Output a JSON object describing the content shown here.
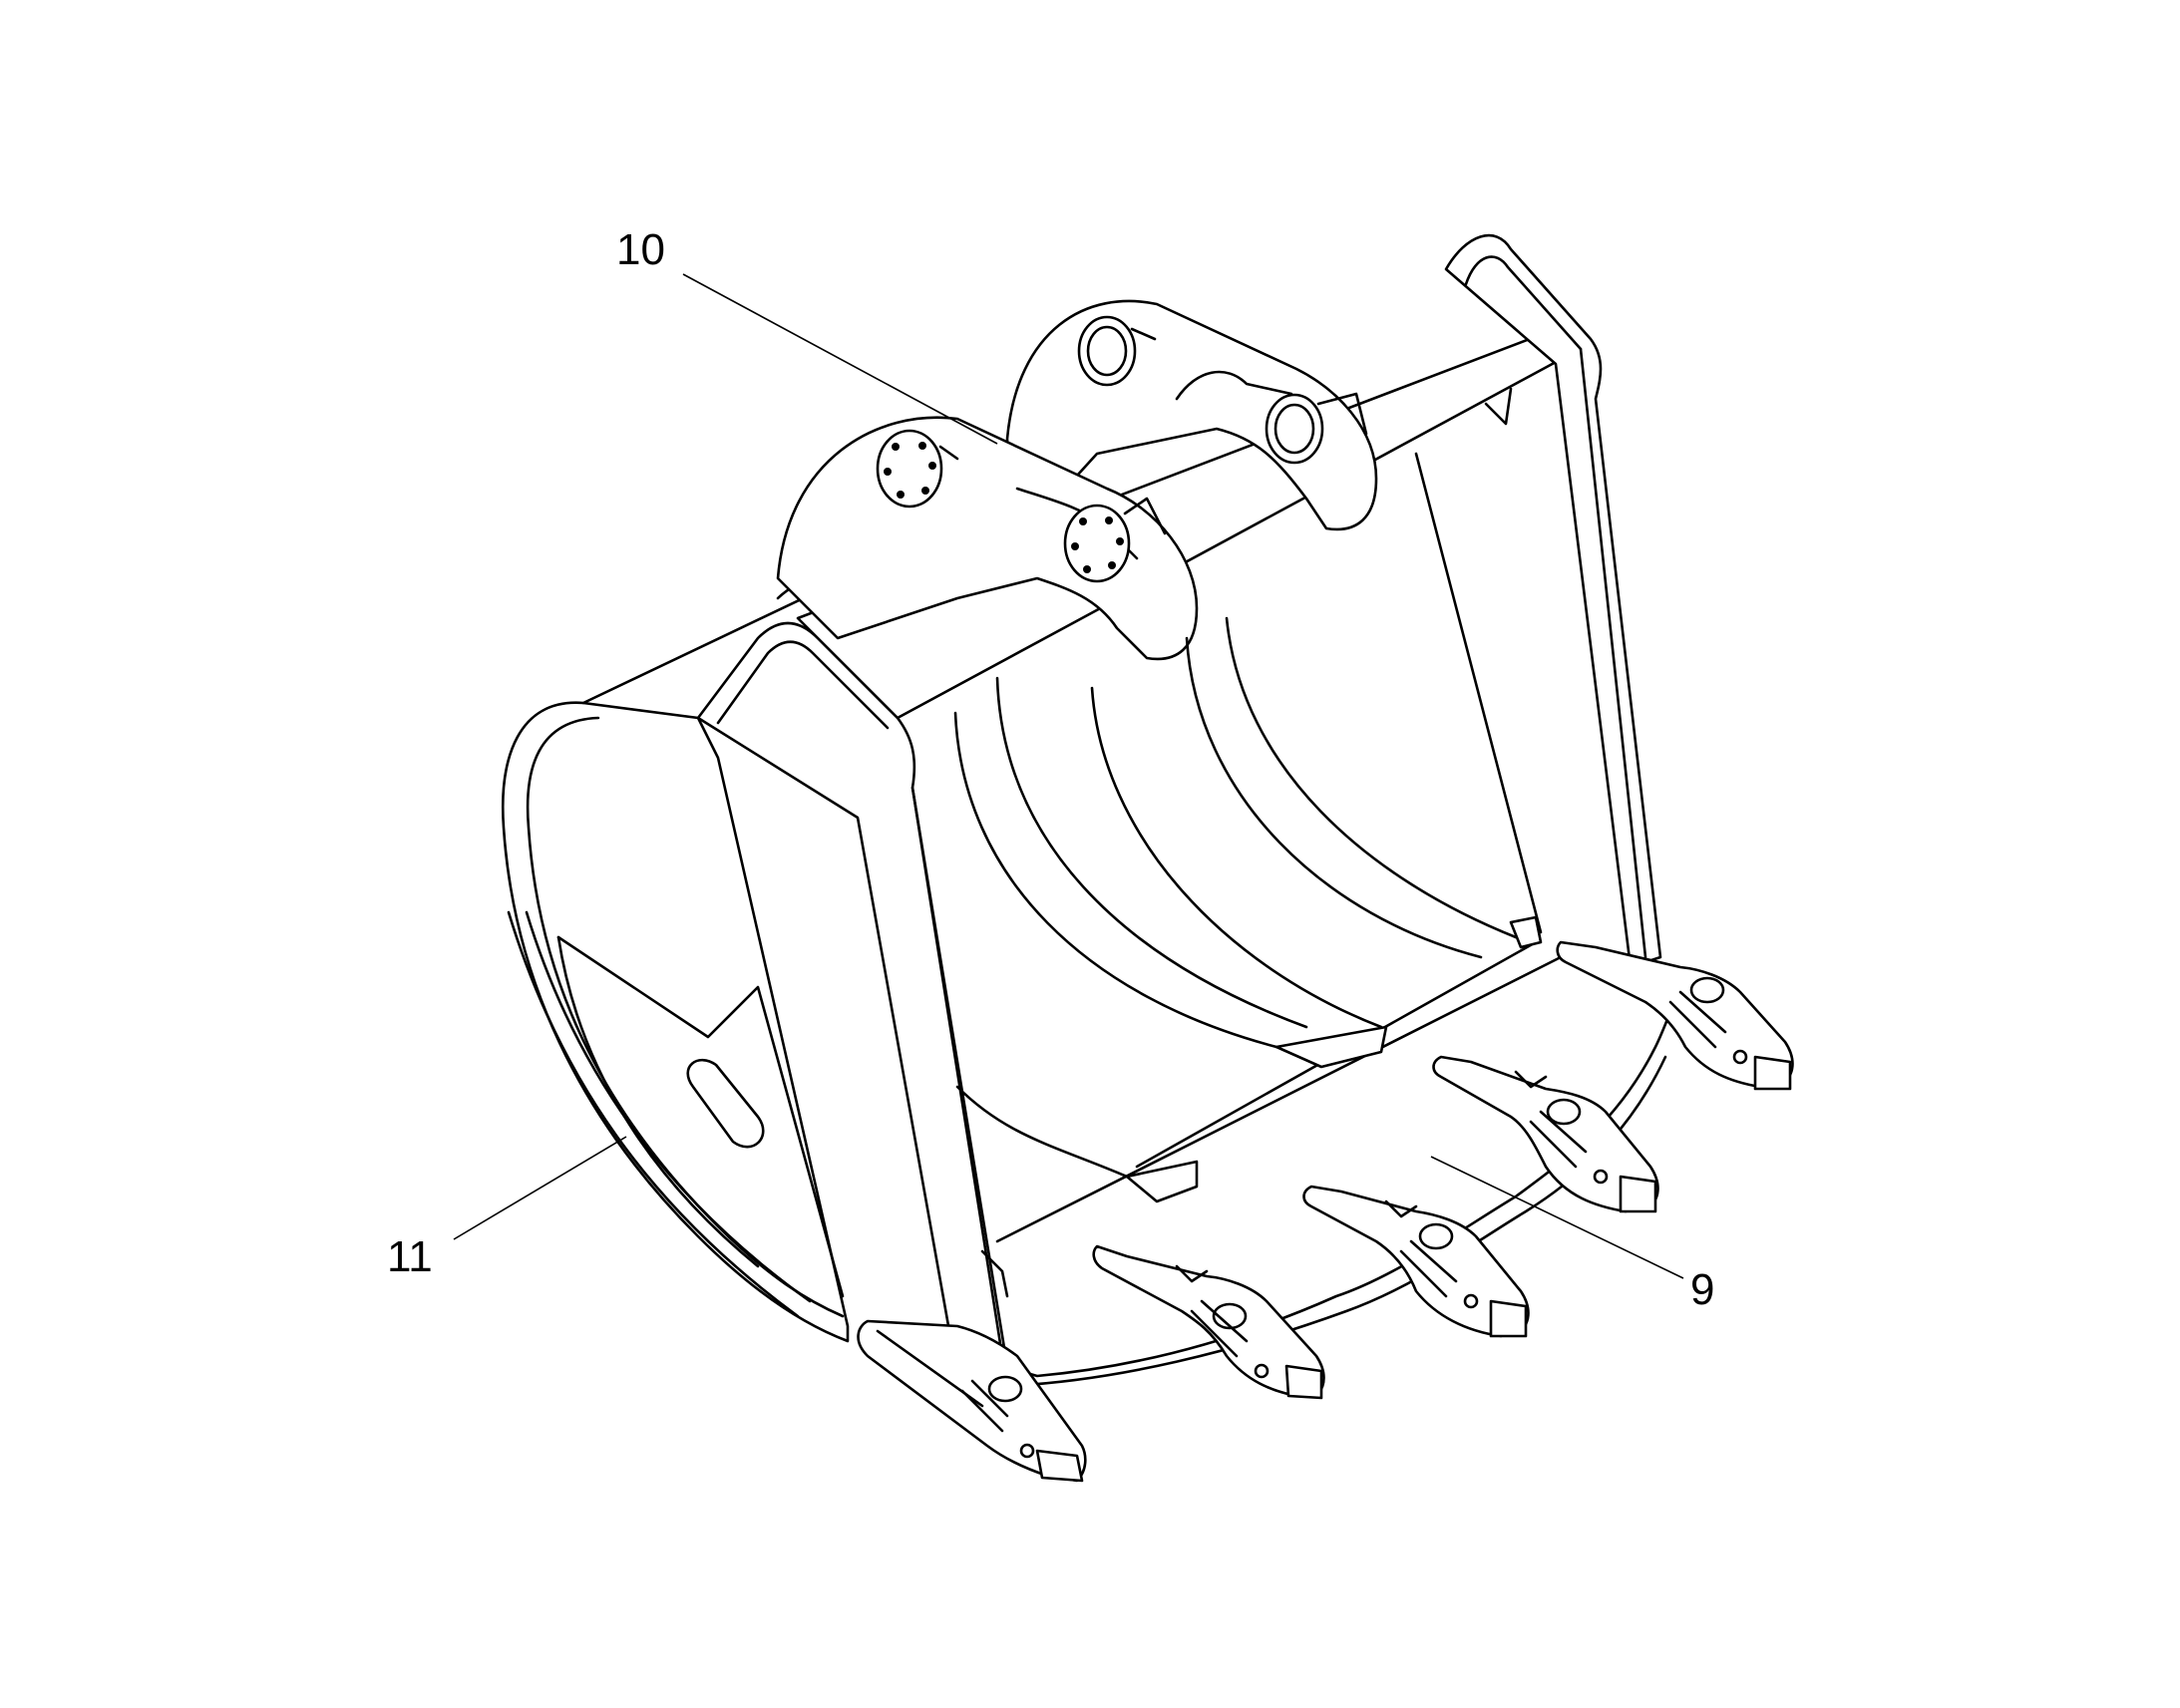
{
  "callouts": [
    {
      "id": "callout-10",
      "label": "10"
    },
    {
      "id": "callout-11",
      "label": "11"
    },
    {
      "id": "callout-9",
      "label": "9"
    }
  ],
  "colors": {
    "ink": "#000000",
    "paper": "#ffffff"
  }
}
